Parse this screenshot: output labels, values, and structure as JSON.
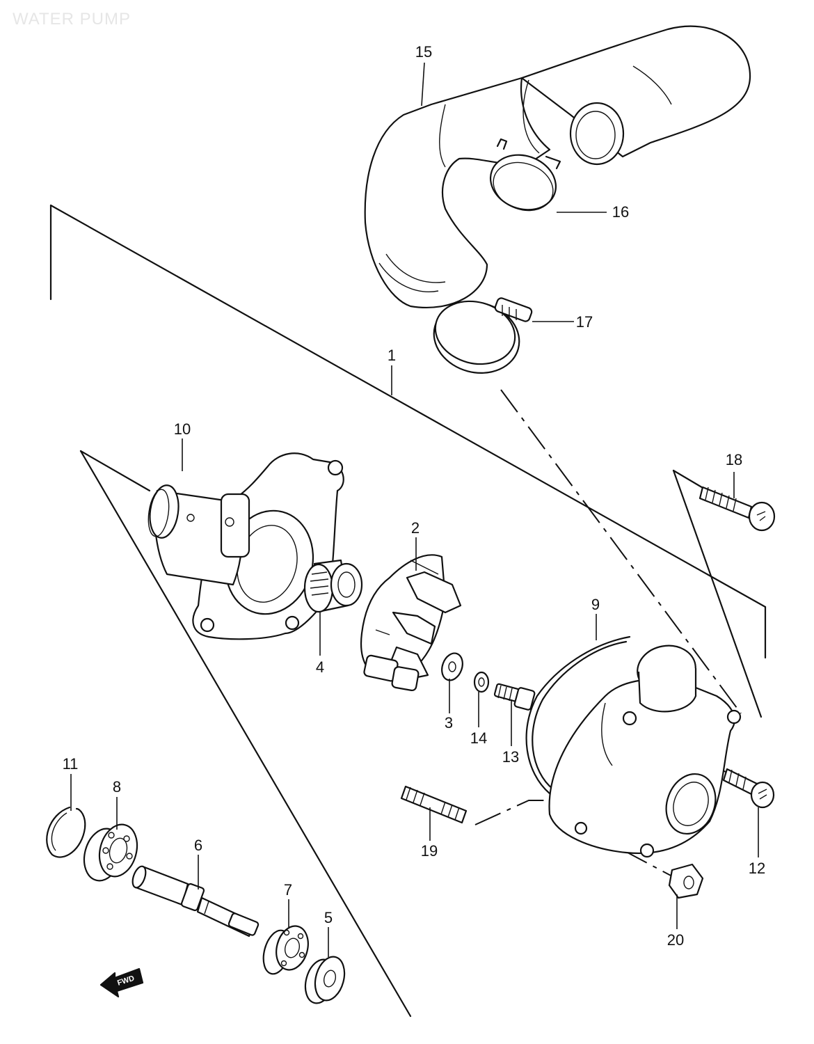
{
  "diagram": {
    "title": "WATER PUMP",
    "front_arrow_label": "FWD",
    "parts": [
      {
        "id": "p1",
        "label": "1"
      },
      {
        "id": "p2",
        "label": "2"
      },
      {
        "id": "p3",
        "label": "3"
      },
      {
        "id": "p4",
        "label": "4"
      },
      {
        "id": "p5",
        "label": "5"
      },
      {
        "id": "p6",
        "label": "6"
      },
      {
        "id": "p7",
        "label": "7"
      },
      {
        "id": "p8",
        "label": "8"
      },
      {
        "id": "p9",
        "label": "9"
      },
      {
        "id": "p10",
        "label": "10"
      },
      {
        "id": "p11",
        "label": "11"
      },
      {
        "id": "p12",
        "label": "12"
      },
      {
        "id": "p13",
        "label": "13"
      },
      {
        "id": "p14",
        "label": "14"
      },
      {
        "id": "p15",
        "label": "15"
      },
      {
        "id": "p16",
        "label": "16"
      },
      {
        "id": "p17",
        "label": "17"
      },
      {
        "id": "p18",
        "label": "18"
      },
      {
        "id": "p19",
        "label": "19"
      },
      {
        "id": "p20",
        "label": "20"
      }
    ]
  }
}
